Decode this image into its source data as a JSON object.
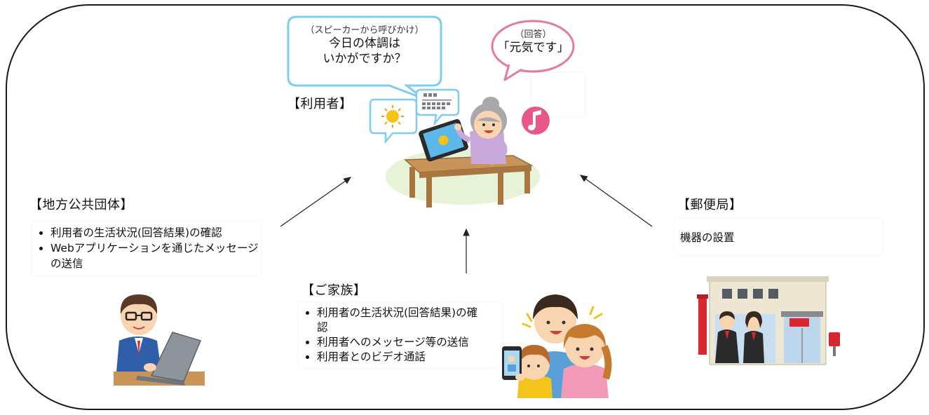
{
  "center": {
    "title": "【利用者】",
    "speech_small": "（スピーカーから呼びかけ）",
    "speech_line1": "今日の体調は",
    "speech_line2": "いかがですか？",
    "reply_small": "（回答）",
    "reply_main": "「元気です」"
  },
  "local_gov": {
    "title": "【地方公共団体】",
    "bullets": [
      "利用者の生活状況(回答結果)の確認",
      "Webアプリケーションを通じたメッセージの送信"
    ]
  },
  "post_office": {
    "title": "【郵便局】",
    "text": "機器の設置"
  },
  "family": {
    "title": "【ご家族】",
    "bullets": [
      "利用者の生活状況(回答結果)の確認",
      "利用者へのメッセージ等の送信",
      "利用者とのビデオ通話"
    ]
  },
  "colors": {
    "speech_border": "#7ecdf0",
    "reply_border": "#e47aa0",
    "table": "#c8945a",
    "floor": "#e6f3d6",
    "shirt": "#c9a8dc",
    "suit": "#2f5da8",
    "building": "#ece6d2",
    "post_red": "#d9262f"
  }
}
